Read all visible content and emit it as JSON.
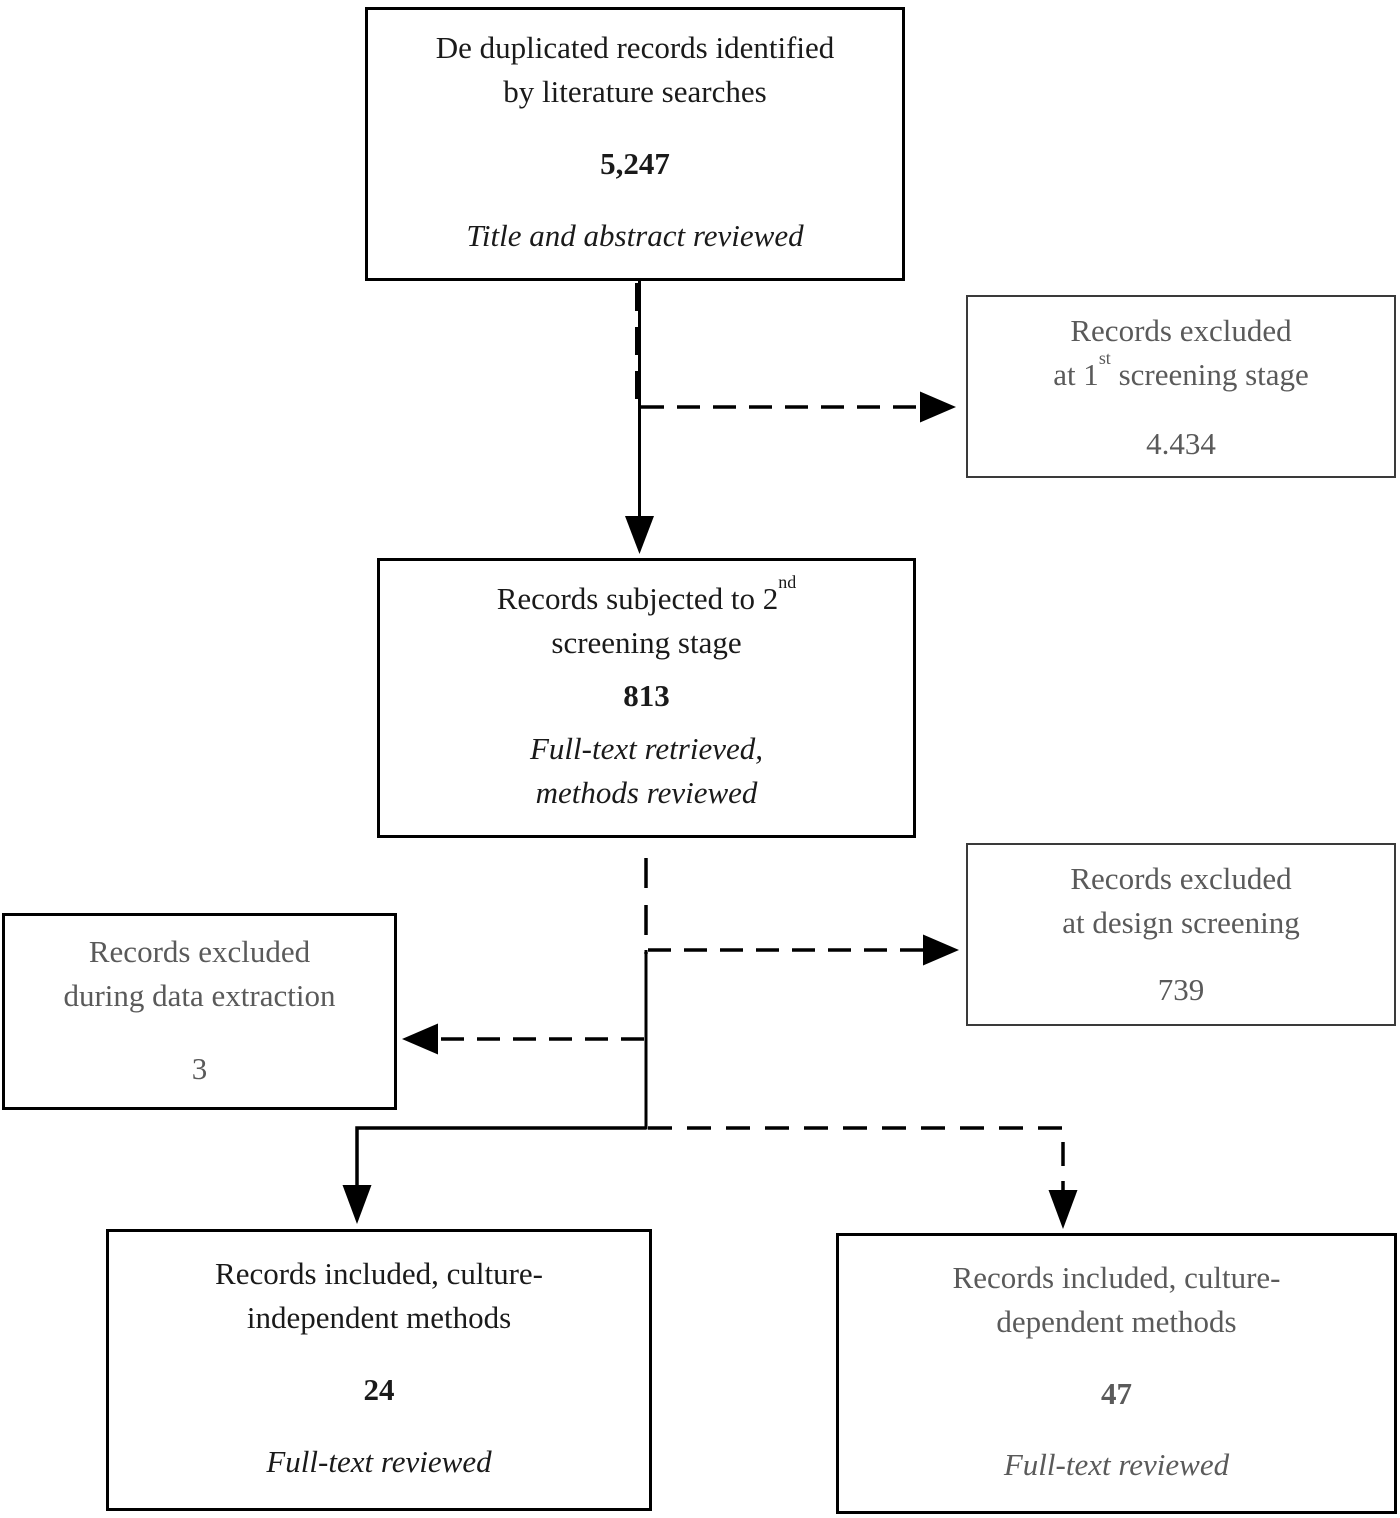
{
  "colors": {
    "box_border_black": "#000000",
    "box_border_gray": "#3a3a3a",
    "text_black": "#1a1a1a",
    "text_gray": "#5a5a5a",
    "arrow": "#000000",
    "background": "#ffffff"
  },
  "boxes": {
    "identified": {
      "label": "De duplicated records identified\nby literature searches",
      "count": "5,247",
      "note": "Title and abstract reviewed"
    },
    "excluded_first": {
      "line1": "Records excluded",
      "line2_pre": "at 1",
      "line2_sup": "st",
      "line2_post": " screening stage",
      "count": "4.434"
    },
    "second_screening": {
      "line1_pre": "Records subjected to 2",
      "line1_sup": "nd",
      "line2": "screening stage",
      "count": "813",
      "note": "Full-text retrieved,\nmethods reviewed"
    },
    "excluded_design": {
      "label": "Records excluded\nat design screening",
      "count": "739"
    },
    "excluded_extraction": {
      "label": "Records excluded\nduring data extraction",
      "count": "3"
    },
    "included_independent": {
      "label": "Records included, culture-\nindependent methods",
      "count": "24",
      "note": "Full-text reviewed"
    },
    "included_dependent": {
      "label": "Records included, culture-\ndependent methods",
      "count": "47",
      "note": "Full-text reviewed"
    }
  }
}
